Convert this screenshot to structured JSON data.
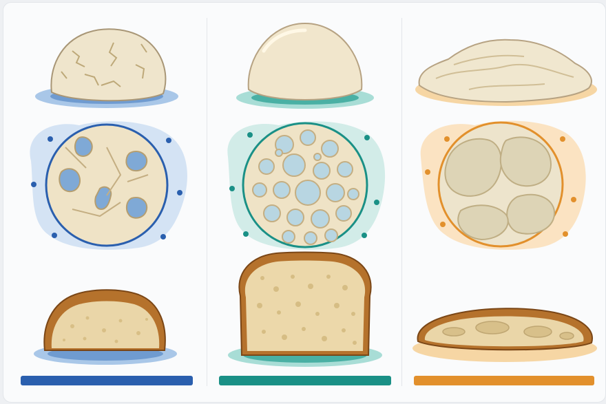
{
  "columns": [
    {
      "id": "underdeveloped",
      "accent": "#2a5fae",
      "accent_light": "#cfe0f3",
      "crumb_icon": "rough-dough-ball-icon",
      "crumb_structure": "torn-gluten-network",
      "loaf_icon": "dense-round-loaf-icon"
    },
    {
      "id": "well-developed",
      "accent": "#1a9086",
      "accent_light": "#cdeae6",
      "crumb_icon": "smooth-dough-ball-icon",
      "crumb_structure": "uniform-gas-cells",
      "loaf_icon": "tall-sandwich-loaf-icon"
    },
    {
      "id": "overdeveloped",
      "accent": "#e2902c",
      "accent_light": "#fbe3c2",
      "crumb_icon": "slack-flat-dough-icon",
      "crumb_structure": "large-collapsed-cells",
      "loaf_icon": "flat-loaf-icon"
    }
  ]
}
